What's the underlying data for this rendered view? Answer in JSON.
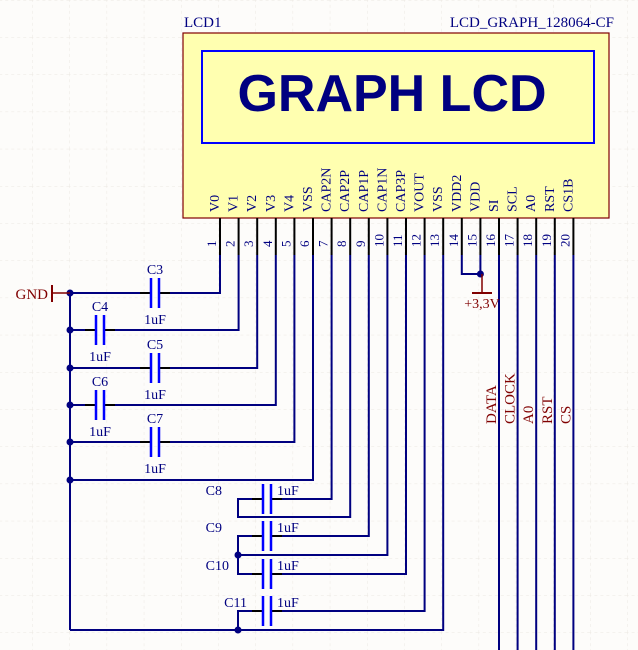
{
  "component": {
    "designator": "LCD1",
    "part_number": "LCD_GRAPH_128064-CF",
    "display_text": "GRAPH LCD",
    "pins": [
      {
        "num": "1",
        "name": "V0"
      },
      {
        "num": "2",
        "name": "V1"
      },
      {
        "num": "3",
        "name": "V2"
      },
      {
        "num": "4",
        "name": "V3"
      },
      {
        "num": "5",
        "name": "V4"
      },
      {
        "num": "6",
        "name": "VSS"
      },
      {
        "num": "7",
        "name": "CAP2N"
      },
      {
        "num": "8",
        "name": "CAP2P"
      },
      {
        "num": "9",
        "name": "CAP1P"
      },
      {
        "num": "10",
        "name": "CAP1N"
      },
      {
        "num": "11",
        "name": "CAP3P"
      },
      {
        "num": "12",
        "name": "VOUT"
      },
      {
        "num": "13",
        "name": "VSS"
      },
      {
        "num": "14",
        "name": "VDD2"
      },
      {
        "num": "15",
        "name": "VDD"
      },
      {
        "num": "16",
        "name": "SI"
      },
      {
        "num": "17",
        "name": "SCL"
      },
      {
        "num": "18",
        "name": "A0"
      },
      {
        "num": "19",
        "name": "RST"
      },
      {
        "num": "20",
        "name": "CS1B"
      }
    ]
  },
  "power": {
    "gnd_label": "GND",
    "vcc_label": "+3,3V"
  },
  "capacitors": [
    {
      "ref": "C3",
      "value": "1uF"
    },
    {
      "ref": "C4",
      "value": "1uF"
    },
    {
      "ref": "C5",
      "value": "1uF"
    },
    {
      "ref": "C6",
      "value": "1uF"
    },
    {
      "ref": "C7",
      "value": "1uF"
    },
    {
      "ref": "C8",
      "value": "1uF"
    },
    {
      "ref": "C9",
      "value": "1uF"
    },
    {
      "ref": "C10",
      "value": "1uF"
    },
    {
      "ref": "C11",
      "value": "1uF"
    }
  ],
  "net_labels": [
    "DATA",
    "CLOCK",
    "A0",
    "RST",
    "CS"
  ],
  "colors": {
    "wire": "#000080",
    "cap_plate": "#0000ff",
    "body_fill": "#ffffb0",
    "body_border": "#800000",
    "power": "#800000",
    "net_label": "#800000",
    "text": "#000080"
  }
}
